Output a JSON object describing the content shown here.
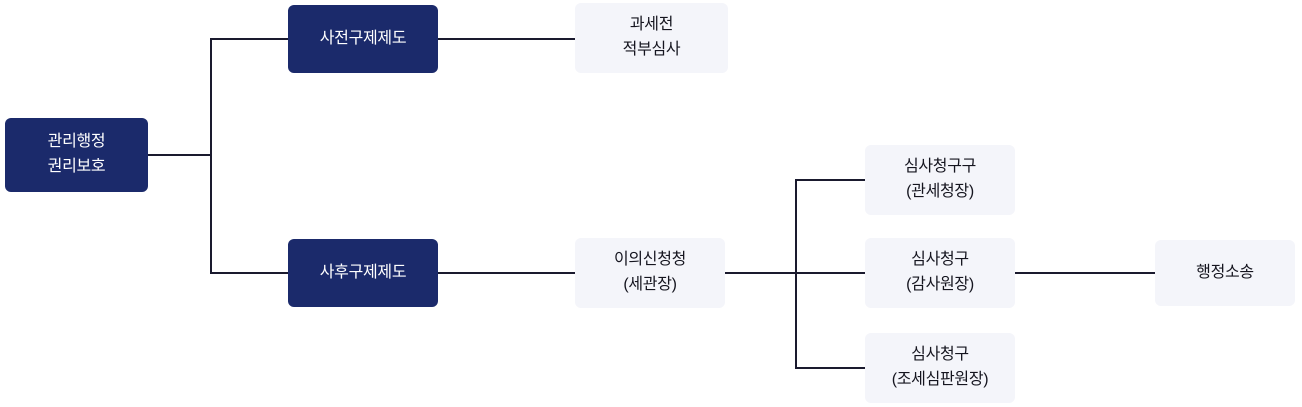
{
  "colors": {
    "navy_node_bg": "#1B2A6B",
    "navy_node_text": "#FFFFFF",
    "light_node_bg": "#F4F5FA",
    "light_node_text": "#15151F",
    "connector_line": "#1A1A2E",
    "background": "#FFFFFF"
  },
  "nodes": {
    "root": {
      "lines": [
        "관리행정",
        "권리보호"
      ]
    },
    "pre_remedy": {
      "lines": [
        "사전구제제도"
      ]
    },
    "pre_tax_review": {
      "lines": [
        "과세전",
        "적부심사"
      ]
    },
    "post_remedy": {
      "lines": [
        "사후구제제도"
      ]
    },
    "objection": {
      "lines": [
        "이의신청청",
        "(세관장)"
      ]
    },
    "appeal_customs": {
      "lines": [
        "심사청구구",
        "(관세청장)"
      ]
    },
    "appeal_audit": {
      "lines": [
        "심사청구",
        "(감사원장)"
      ]
    },
    "appeal_tribunal": {
      "lines": [
        "심사청구",
        "(조세심판원장)"
      ]
    },
    "admin_litigation": {
      "lines": [
        "행정소송"
      ]
    }
  }
}
